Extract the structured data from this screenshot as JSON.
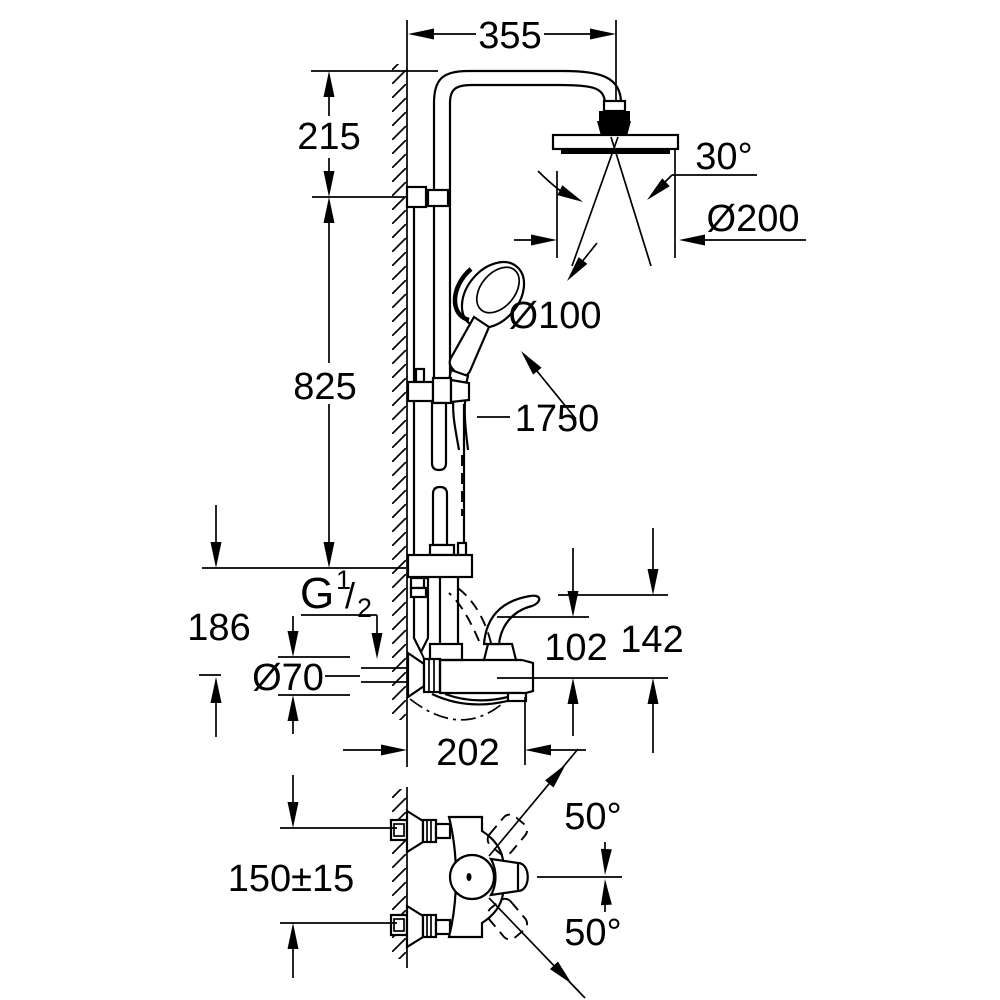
{
  "colors": {
    "ink": "#000000",
    "paper": "#ffffff"
  },
  "labels": {
    "d355": "355",
    "d215": "215",
    "d825": "825",
    "d30": "30°",
    "d200": "Ø200",
    "d100": "Ø100",
    "d1750": "1750",
    "thread": {
      "base": "G",
      "numerator": "1",
      "slash": "/",
      "denominator": "2"
    },
    "d186": "186",
    "d70": "Ø70",
    "d102": "102",
    "d142": "142",
    "d202": "202",
    "d150": "150±15",
    "d50_upper": "50°",
    "d50_lower": "50°"
  }
}
